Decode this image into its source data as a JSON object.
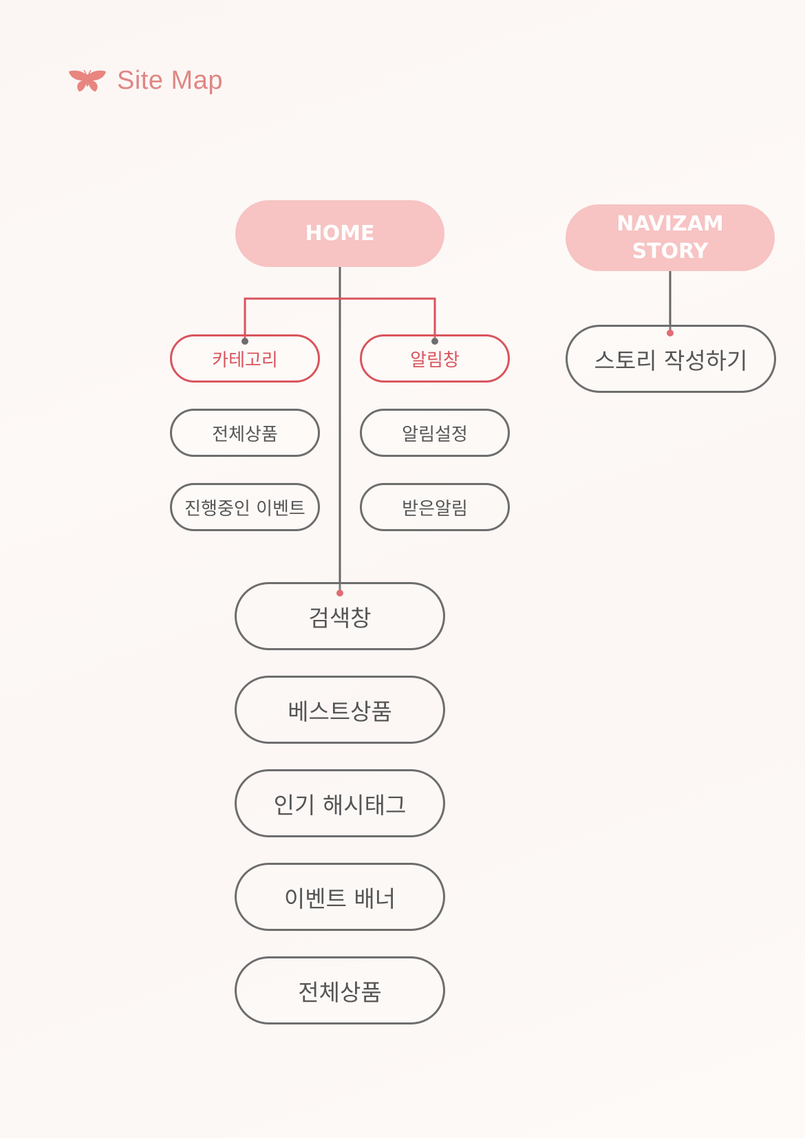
{
  "header": {
    "title": "Site Map",
    "icon": "butterfly-icon"
  },
  "colors": {
    "accent_pink": "#f7c3c3",
    "accent_red": "#d9545c",
    "outline_gray": "#6d6d6d",
    "title_pink": "#e08684"
  },
  "home": {
    "label": "HOME",
    "category": {
      "label": "카테고리",
      "items": [
        "전체상품",
        "진행중인 이벤트"
      ]
    },
    "notification": {
      "label": "알림창",
      "items": [
        "알림설정",
        "받은알림"
      ]
    },
    "main_items": [
      "검색창",
      "베스트상품",
      "인기 해시태그",
      "이벤트 배너",
      "전체상품"
    ]
  },
  "story": {
    "label_line1": "NAVIZAM",
    "label_line2": "STORY",
    "child": "스토리 작성하기"
  }
}
